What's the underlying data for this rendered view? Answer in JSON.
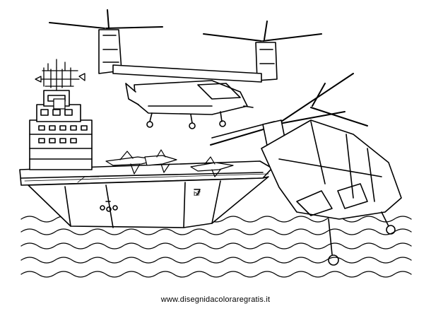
{
  "watermark": {
    "text": "www.disegnidacoloraregratis.it"
  },
  "colors": {
    "ink": "#000000",
    "paper": "#ffffff"
  },
  "illustration": {
    "style": "black-and-white coloring page line art",
    "subjects": [
      "aircraft-carrier",
      "tiltrotor-aircraft",
      "tandem-rotor-helicopter",
      "jet-fighters",
      "sea-waves"
    ]
  }
}
